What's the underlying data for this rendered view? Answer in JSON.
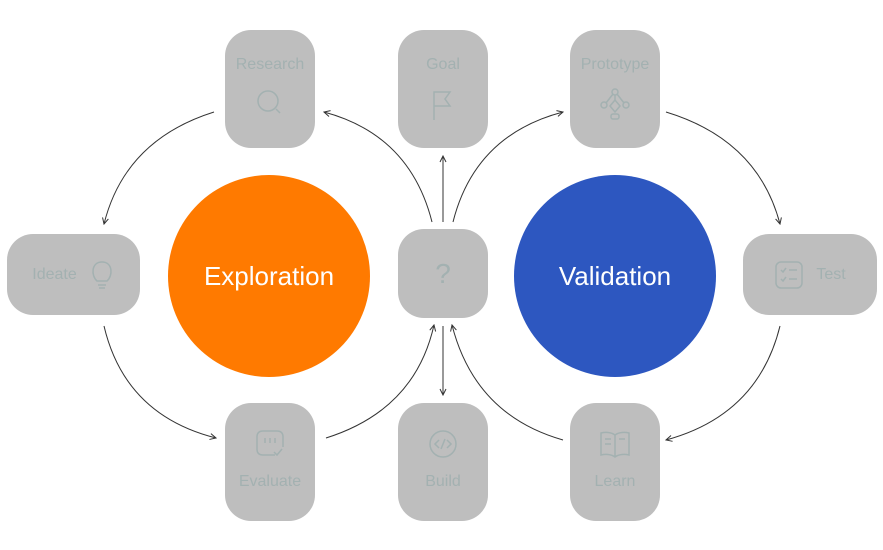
{
  "nodes": {
    "research": "Research",
    "goal": "Goal",
    "prototype": "Prototype",
    "ideate": "Ideate",
    "question": "?",
    "test": "Test",
    "evaluate": "Evaluate",
    "build": "Build",
    "learn": "Learn"
  },
  "hubs": {
    "exploration": "Exploration",
    "validation": "Validation"
  },
  "colors": {
    "exploration": "#ff7a00",
    "validation": "#2d57c0",
    "node": "#bebebe",
    "node_text": "#a3b1b1"
  }
}
